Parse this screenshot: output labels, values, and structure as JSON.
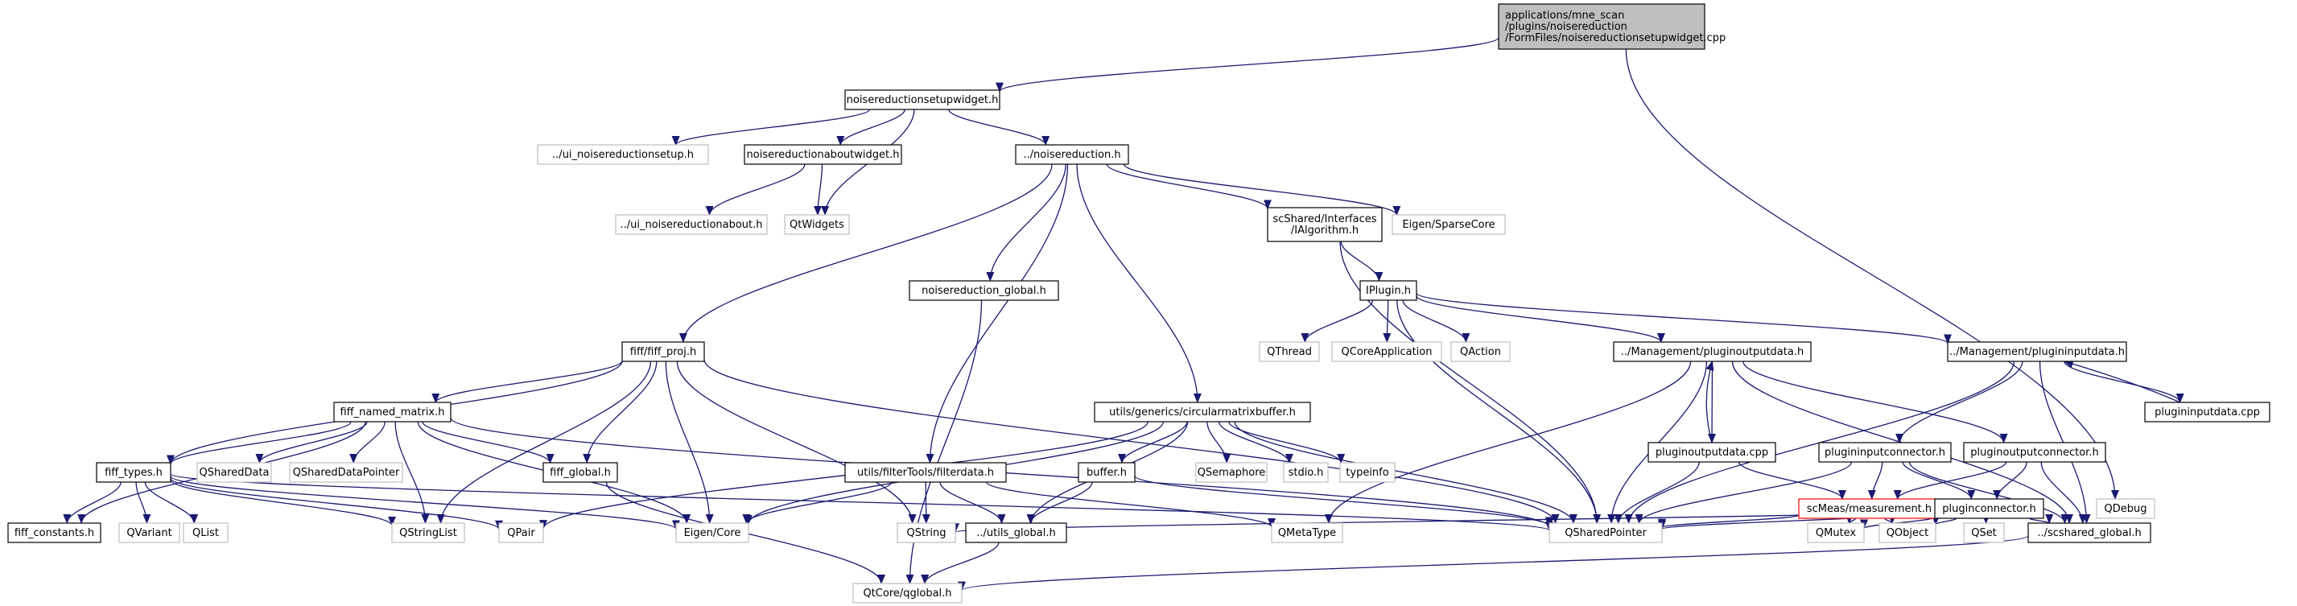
{
  "colors": {
    "edge": "#191970",
    "node_border": "#000000",
    "external_border": "#bfbfbf",
    "highlight_border": "#ff0000",
    "root_fill": "#bfbfbf",
    "node_fill": "#ffffff",
    "text": "#000000"
  },
  "nodes": [
    {
      "id": "root",
      "lines": [
        "applications/mne_scan",
        "/plugins/noisereduction",
        "/FormFiles/noisereductionsetupwidget.cpp"
      ],
      "style": "root"
    },
    {
      "id": "setupwidget_h",
      "lines": [
        "noisereductionsetupwidget.h"
      ],
      "style": "normal"
    },
    {
      "id": "ui_setup",
      "lines": [
        "../ui_noisereductionsetup.h"
      ],
      "style": "external"
    },
    {
      "id": "aboutwidget_h",
      "lines": [
        "noisereductionaboutwidget.h"
      ],
      "style": "normal"
    },
    {
      "id": "noisereduction_h",
      "lines": [
        "../noisereduction.h"
      ],
      "style": "normal"
    },
    {
      "id": "ui_about",
      "lines": [
        "../ui_noisereductionabout.h"
      ],
      "style": "external"
    },
    {
      "id": "qtwidgets",
      "lines": [
        "QtWidgets"
      ],
      "style": "external"
    },
    {
      "id": "ialgorithm",
      "lines": [
        "scShared/Interfaces",
        "/IAlgorithm.h"
      ],
      "style": "normal"
    },
    {
      "id": "eigen_sparse",
      "lines": [
        "Eigen/SparseCore"
      ],
      "style": "external"
    },
    {
      "id": "nr_global",
      "lines": [
        "noisereduction_global.h"
      ],
      "style": "normal"
    },
    {
      "id": "iplugin",
      "lines": [
        "IPlugin.h"
      ],
      "style": "normal"
    },
    {
      "id": "fiff_proj",
      "lines": [
        "fiff/fiff_proj.h"
      ],
      "style": "normal"
    },
    {
      "id": "qthread",
      "lines": [
        "QThread"
      ],
      "style": "external"
    },
    {
      "id": "qcoreapp",
      "lines": [
        "QCoreApplication"
      ],
      "style": "external"
    },
    {
      "id": "qaction",
      "lines": [
        "QAction"
      ],
      "style": "external"
    },
    {
      "id": "mgmt_output",
      "lines": [
        "../Management/pluginoutputdata.h"
      ],
      "style": "normal"
    },
    {
      "id": "mgmt_input",
      "lines": [
        "../Management/plugininputdata.h"
      ],
      "style": "normal"
    },
    {
      "id": "fiff_named",
      "lines": [
        "fiff_named_matrix.h"
      ],
      "style": "normal"
    },
    {
      "id": "circbuf",
      "lines": [
        "utils/generics/circularmatrixbuffer.h"
      ],
      "style": "normal"
    },
    {
      "id": "output_cpp",
      "lines": [
        "pluginoutputdata.cpp"
      ],
      "style": "normal"
    },
    {
      "id": "inputconn",
      "lines": [
        "plugininputconnector.h"
      ],
      "style": "normal"
    },
    {
      "id": "outputconn",
      "lines": [
        "pluginoutputconnector.h"
      ],
      "style": "normal"
    },
    {
      "id": "input_cpp",
      "lines": [
        "plugininputdata.cpp"
      ],
      "style": "normal"
    },
    {
      "id": "fiff_types",
      "lines": [
        "fiff_types.h"
      ],
      "style": "normal"
    },
    {
      "id": "qshareddata",
      "lines": [
        "QSharedData"
      ],
      "style": "external"
    },
    {
      "id": "qshareddataptr",
      "lines": [
        "QSharedDataPointer"
      ],
      "style": "external"
    },
    {
      "id": "fiff_global",
      "lines": [
        "fiff_global.h"
      ],
      "style": "normal"
    },
    {
      "id": "filterdata",
      "lines": [
        "utils/filterTools/filterdata.h"
      ],
      "style": "normal"
    },
    {
      "id": "buffer_h",
      "lines": [
        "buffer.h"
      ],
      "style": "normal"
    },
    {
      "id": "qsemaphore",
      "lines": [
        "QSemaphore"
      ],
      "style": "external"
    },
    {
      "id": "stdio",
      "lines": [
        "stdio.h"
      ],
      "style": "external"
    },
    {
      "id": "typeinfo",
      "lines": [
        "typeinfo"
      ],
      "style": "external"
    },
    {
      "id": "measurement",
      "lines": [
        "scMeas/measurement.h"
      ],
      "style": "highlight"
    },
    {
      "id": "pluginconn",
      "lines": [
        "pluginconnector.h"
      ],
      "style": "normal"
    },
    {
      "id": "qdebug",
      "lines": [
        "QDebug"
      ],
      "style": "external"
    },
    {
      "id": "fiff_constants",
      "lines": [
        "fiff_constants.h"
      ],
      "style": "normal"
    },
    {
      "id": "qvariant",
      "lines": [
        "QVariant"
      ],
      "style": "external"
    },
    {
      "id": "qlist",
      "lines": [
        "QList"
      ],
      "style": "external"
    },
    {
      "id": "qstringlist",
      "lines": [
        "QStringList"
      ],
      "style": "external"
    },
    {
      "id": "qpair",
      "lines": [
        "QPair"
      ],
      "style": "external"
    },
    {
      "id": "eigen_core",
      "lines": [
        "Eigen/Core"
      ],
      "style": "external"
    },
    {
      "id": "qstring",
      "lines": [
        "QString"
      ],
      "style": "external"
    },
    {
      "id": "utils_global",
      "lines": [
        "../utils_global.h"
      ],
      "style": "normal"
    },
    {
      "id": "qmetatype",
      "lines": [
        "QMetaType"
      ],
      "style": "external"
    },
    {
      "id": "qsharedptr",
      "lines": [
        "QSharedPointer"
      ],
      "style": "external"
    },
    {
      "id": "qmutex",
      "lines": [
        "QMutex"
      ],
      "style": "external"
    },
    {
      "id": "qobject",
      "lines": [
        "QObject"
      ],
      "style": "external"
    },
    {
      "id": "qset",
      "lines": [
        "QSet"
      ],
      "style": "external"
    },
    {
      "id": "scshared_global",
      "lines": [
        "../scshared_global.h"
      ],
      "style": "normal"
    },
    {
      "id": "qglobal",
      "lines": [
        "QtCore/qglobal.h"
      ],
      "style": "external"
    }
  ],
  "edges": [
    [
      "root",
      "setupwidget_h"
    ],
    [
      "root",
      "qdebug"
    ],
    [
      "setupwidget_h",
      "ui_setup"
    ],
    [
      "setupwidget_h",
      "aboutwidget_h"
    ],
    [
      "setupwidget_h",
      "noisereduction_h"
    ],
    [
      "setupwidget_h",
      "qtwidgets"
    ],
    [
      "aboutwidget_h",
      "ui_about"
    ],
    [
      "aboutwidget_h",
      "qtwidgets"
    ],
    [
      "noisereduction_h",
      "ialgorithm"
    ],
    [
      "noisereduction_h",
      "eigen_sparse"
    ],
    [
      "noisereduction_h",
      "nr_global"
    ],
    [
      "noisereduction_h",
      "fiff_proj"
    ],
    [
      "noisereduction_h",
      "circbuf"
    ],
    [
      "noisereduction_h",
      "filterdata"
    ],
    [
      "ialgorithm",
      "iplugin"
    ],
    [
      "ialgorithm",
      "qsharedptr"
    ],
    [
      "nr_global",
      "qglobal"
    ],
    [
      "iplugin",
      "qthread"
    ],
    [
      "iplugin",
      "qcoreapp"
    ],
    [
      "iplugin",
      "qaction"
    ],
    [
      "iplugin",
      "mgmt_output"
    ],
    [
      "iplugin",
      "mgmt_input"
    ],
    [
      "iplugin",
      "qsharedptr"
    ],
    [
      "fiff_proj",
      "fiff_named"
    ],
    [
      "fiff_proj",
      "fiff_types"
    ],
    [
      "fiff_proj",
      "fiff_global"
    ],
    [
      "fiff_proj",
      "qstringlist"
    ],
    [
      "fiff_proj",
      "eigen_core"
    ],
    [
      "fiff_proj",
      "qstring"
    ],
    [
      "fiff_proj",
      "qsharedptr"
    ],
    [
      "mgmt_output",
      "output_cpp"
    ],
    [
      "mgmt_output",
      "outputconn"
    ],
    [
      "mgmt_output",
      "qsharedptr"
    ],
    [
      "mgmt_output",
      "qmetatype"
    ],
    [
      "mgmt_output",
      "scshared_global"
    ],
    [
      "output_cpp",
      "mgmt_output"
    ],
    [
      "output_cpp",
      "measurement"
    ],
    [
      "output_cpp",
      "qsharedptr"
    ],
    [
      "mgmt_input",
      "inputconn"
    ],
    [
      "mgmt_input",
      "input_cpp"
    ],
    [
      "mgmt_input",
      "qsharedptr"
    ],
    [
      "mgmt_input",
      "scshared_global"
    ],
    [
      "input_cpp",
      "mgmt_input"
    ],
    [
      "inputconn",
      "measurement"
    ],
    [
      "inputconn",
      "pluginconn"
    ],
    [
      "inputconn",
      "qsharedptr"
    ],
    [
      "inputconn",
      "scshared_global"
    ],
    [
      "outputconn",
      "measurement"
    ],
    [
      "outputconn",
      "pluginconn"
    ],
    [
      "outputconn",
      "scshared_global"
    ],
    [
      "fiff_named",
      "fiff_types"
    ],
    [
      "fiff_named",
      "qshareddata"
    ],
    [
      "fiff_named",
      "qshareddataptr"
    ],
    [
      "fiff_named",
      "fiff_global"
    ],
    [
      "fiff_named",
      "qstringlist"
    ],
    [
      "fiff_named",
      "eigen_core"
    ],
    [
      "fiff_named",
      "fiff_constants"
    ],
    [
      "fiff_named",
      "qsharedptr"
    ],
    [
      "fiff_types",
      "fiff_constants"
    ],
    [
      "fiff_types",
      "qvariant"
    ],
    [
      "fiff_types",
      "qlist"
    ],
    [
      "fiff_types",
      "qstringlist"
    ],
    [
      "fiff_types",
      "qpair"
    ],
    [
      "fiff_types",
      "eigen_core"
    ],
    [
      "fiff_types",
      "qsharedptr"
    ],
    [
      "fiff_global",
      "qglobal"
    ],
    [
      "circbuf",
      "buffer_h"
    ],
    [
      "circbuf",
      "qsemaphore"
    ],
    [
      "circbuf",
      "stdio"
    ],
    [
      "circbuf",
      "typeinfo"
    ],
    [
      "circbuf",
      "qsharedptr"
    ],
    [
      "circbuf",
      "utils_global"
    ],
    [
      "circbuf",
      "eigen_core"
    ],
    [
      "circbuf",
      "qpair"
    ],
    [
      "filterdata",
      "utils_global"
    ],
    [
      "filterdata",
      "qstring"
    ],
    [
      "filterdata",
      "eigen_core"
    ],
    [
      "filterdata",
      "qmetatype"
    ],
    [
      "buffer_h",
      "utils_global"
    ],
    [
      "buffer_h",
      "qsharedptr"
    ],
    [
      "utils_global",
      "qglobal"
    ],
    [
      "measurement",
      "qsharedptr"
    ],
    [
      "measurement",
      "qmutex"
    ],
    [
      "measurement",
      "qobject"
    ],
    [
      "pluginconn",
      "qstring"
    ],
    [
      "pluginconn",
      "qsharedptr"
    ],
    [
      "pluginconn",
      "qmutex"
    ],
    [
      "pluginconn",
      "qobject"
    ],
    [
      "pluginconn",
      "qset"
    ],
    [
      "pluginconn",
      "scshared_global"
    ],
    [
      "scshared_global",
      "qglobal"
    ]
  ]
}
